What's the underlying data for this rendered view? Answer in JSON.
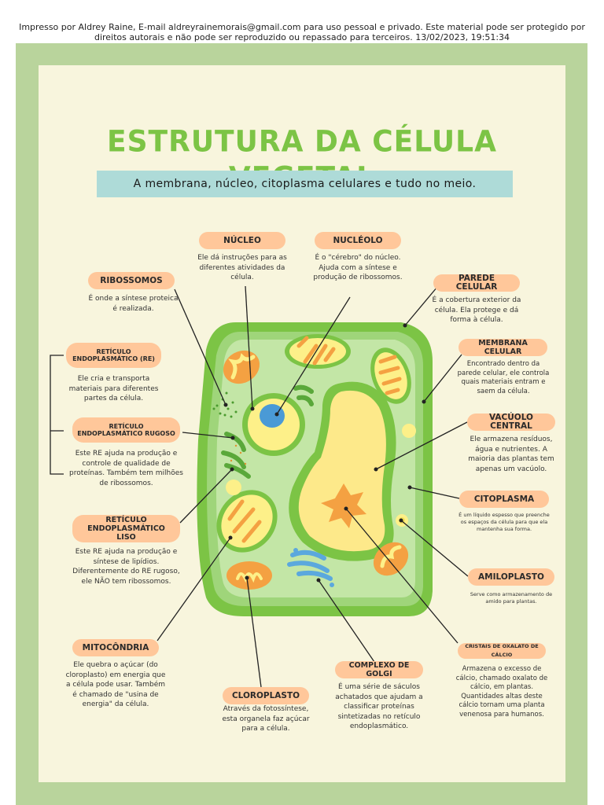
{
  "header": {
    "print_notice": "Impresso por Aldrey Raine, E-mail aldreyrainemorais@gmail.com para uso pessoal e privado. Este material pode ser protegido por direitos autorais e não pode ser reproduzido ou repassado para terceiros. 13/02/2023, 19:51:34"
  },
  "title": "ESTRUTURA DA CÉLULA VEGETAL",
  "subtitle": "A membrana, núcleo, citoplasma celulares e tudo no meio.",
  "colors": {
    "frame": "#b9d49c",
    "paper": "#f8f5dd",
    "title": "#7cc445",
    "subtitle_band": "#aedbd8",
    "label_pill": "#ffc79a",
    "cell_wall": "#7cc445",
    "cytoplasm": "#bfe3a0",
    "nucleus": "#fdf089",
    "nucleolus": "#4a9ad6",
    "vacuole": "#fde98a",
    "crystal": "#f4a142",
    "mitochondria": "#f4a142",
    "golgi": "#5ba8dd"
  },
  "labels": {
    "nucleo": {
      "name": "NÚCLEO",
      "desc": "Ele dá instruções para as diferentes atividades da célula."
    },
    "nucleolo": {
      "name": "NUCLÉOLO",
      "desc": "É o \"cérebro\" do núcleo. Ajuda com a síntese e produção de ribossomos."
    },
    "ribossomos": {
      "name": "RIBOSSOMOS",
      "desc": "É onde a síntese proteica é realizada."
    },
    "parede": {
      "name": "PAREDE CELULAR",
      "desc": "É a cobertura exterior da célula. Ela protege e dá forma à célula."
    },
    "membrana": {
      "name": "MEMBRANA CELULAR",
      "desc": "Encontrado dentro da parede celular, ele controla quais materiais entram e saem da célula."
    },
    "re": {
      "name": "RETÍCULO ENDOPLASMÁTICO (RE)",
      "desc": "Ele cria e transporta materiais para diferentes partes da célula."
    },
    "re_rugoso": {
      "name": "RETÍCULO ENDOPLASMÁTICO RUGOSO",
      "desc": "Este RE ajuda na produção e controle de qualidade de proteínas. Também tem milhões de ribossomos."
    },
    "vacuolo": {
      "name": "VACÚOLO CENTRAL",
      "desc": "Ele armazena resíduos, água e nutrientes. A maioria das plantas tem apenas um vacúolo."
    },
    "citoplasma": {
      "name": "CITOPLASMA",
      "desc": "É um líquido espesso que preenche os espaços da célula para que ela mantenha sua forma."
    },
    "re_liso": {
      "name": "RETÍCULO ENDOPLASMÁTICO LISO",
      "desc": "Este RE ajuda na produção e síntese de lipídios. Diferentemente do RE rugoso, ele NÃO tem ribossomos."
    },
    "amiloplasto": {
      "name": "AMILOPLASTO",
      "desc": "Serve como armazenamento de amido para plantas."
    },
    "cristais": {
      "name": "CRISTAIS DE OXALATO DE CÁLCIO",
      "desc": "Armazena o excesso de cálcio, chamado oxalato de cálcio, em plantas. Quantidades altas deste cálcio tornam uma planta venenosa para humanos."
    },
    "mitocondria": {
      "name": "MITOCÔNDRIA",
      "desc": "Ele quebra o açúcar (do cloroplasto) em energia que a célula pode usar. Também é chamado de \"usina de energia\" da célula."
    },
    "golgi": {
      "name": "COMPLEXO DE GOLGI",
      "desc": "É uma série de sáculos achatados que ajudam a classificar proteínas sintetizadas no retículo endoplasmático."
    },
    "cloroplasto": {
      "name": "CLOROPLASTO",
      "desc": "Através da fotossíntese, esta organela faz açúcar para a célula."
    }
  }
}
